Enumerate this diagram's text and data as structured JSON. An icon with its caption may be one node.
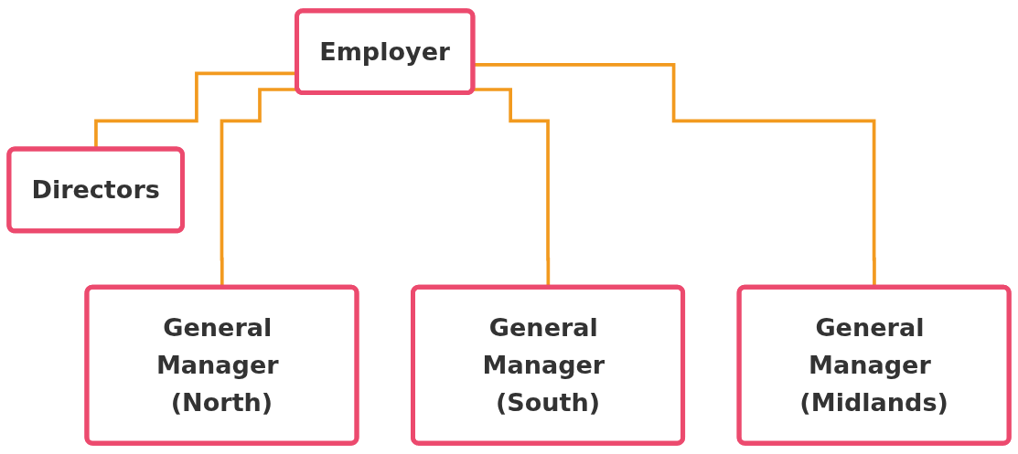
{
  "diagram": {
    "nodes": [
      {
        "text": [
          "Employer"
        ]
      },
      {
        "text": [
          "Directors"
        ]
      },
      {
        "text": [
          "General Manager (North)"
        ]
      },
      {
        "text": [
          "General Manager (South)"
        ]
      },
      {
        "text": [
          "General Manager (Midlands)"
        ]
      }
    ],
    "edges": [
      {
        "from": 0,
        "to": 1,
        "arrow": "none"
      },
      {
        "from": 0,
        "to": 2,
        "arrow": "none"
      },
      {
        "from": 0,
        "to": 3,
        "arrow": "none"
      },
      {
        "from": 0,
        "to": 4,
        "arrow": "none"
      }
    ]
  }
}
